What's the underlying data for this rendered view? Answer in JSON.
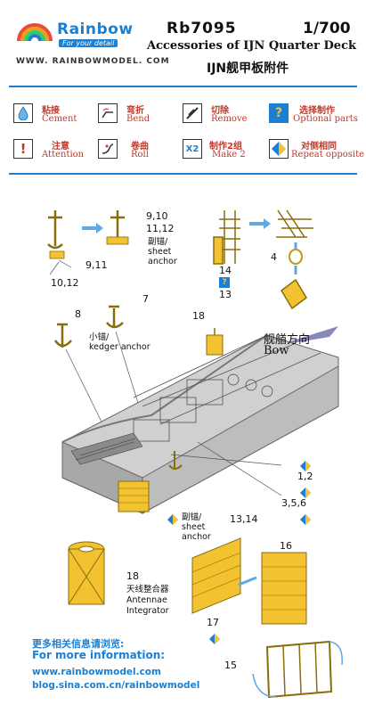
{
  "brand": {
    "name": "Rainbow",
    "tagline": "For your detail",
    "website": "WWW. RAINBOWMODEL. COM"
  },
  "product": {
    "code": "Rb7095",
    "scale": "1/700",
    "title_en": "Accessories of IJN Quarter Deck",
    "title_cn": "IJN舰甲板附件"
  },
  "legend": [
    {
      "id": "glue",
      "cn": "粘接",
      "en": "Cement"
    },
    {
      "id": "bend",
      "cn": "弯折",
      "en": "Bend"
    },
    {
      "id": "remove",
      "cn": "切除",
      "en": "Remove"
    },
    {
      "id": "optional",
      "icon": "?",
      "cn": "选择制作",
      "en": "Optional parts"
    },
    {
      "id": "attention",
      "icon": "!",
      "cn": "注意",
      "en": "Attention"
    },
    {
      "id": "roll",
      "cn": "卷曲",
      "en": "Roll"
    },
    {
      "id": "make2",
      "icon": "X2",
      "cn": "制作2组",
      "en": "Make 2"
    },
    {
      "id": "opposite",
      "cn": "对侧相同",
      "en": "Repeat opposite"
    }
  ],
  "callouts": {
    "c9_10": "9,10",
    "c11_12": "11,12",
    "sheet_anchor_cn": "副锚/",
    "sheet_anchor_en1": "sheet",
    "sheet_anchor_en2": "anchor",
    "c9_11": "9,11",
    "c10_12": "10,12",
    "c14": "14",
    "c13": "13",
    "c4": "4",
    "c7": "7",
    "c8": "8",
    "kedger_cn": "小锚/",
    "kedger_en": "kedger anchor",
    "c18_top": "18",
    "bow_cn": "舰艏方向",
    "bow_en": "Bow",
    "c1_2": "1,2",
    "c3_5_6": "3,5,6",
    "c13_14": "13,14",
    "sheet2_cn": "副锚/",
    "sheet2_en1": "sheet",
    "sheet2_en2": "anchor",
    "c18": "18",
    "antenna_cn": "天线整合器",
    "antenna_en1": "Antennae",
    "antenna_en2": "Integrator",
    "c16": "16",
    "c17": "17",
    "c15": "15",
    "opt_icon": "?"
  },
  "footer": {
    "more_cn": "更多相关信息请浏览:",
    "more_en": "For more information:",
    "url1": "www.rainbowmodel.com",
    "url2": "blog.sina.com.cn/rainbowmodel"
  },
  "colors": {
    "brand_blue": "#1d7fd1",
    "legend_red": "#c0392b",
    "part_yellow": "#f2c230",
    "hull_gray": "#b8b8b8"
  }
}
